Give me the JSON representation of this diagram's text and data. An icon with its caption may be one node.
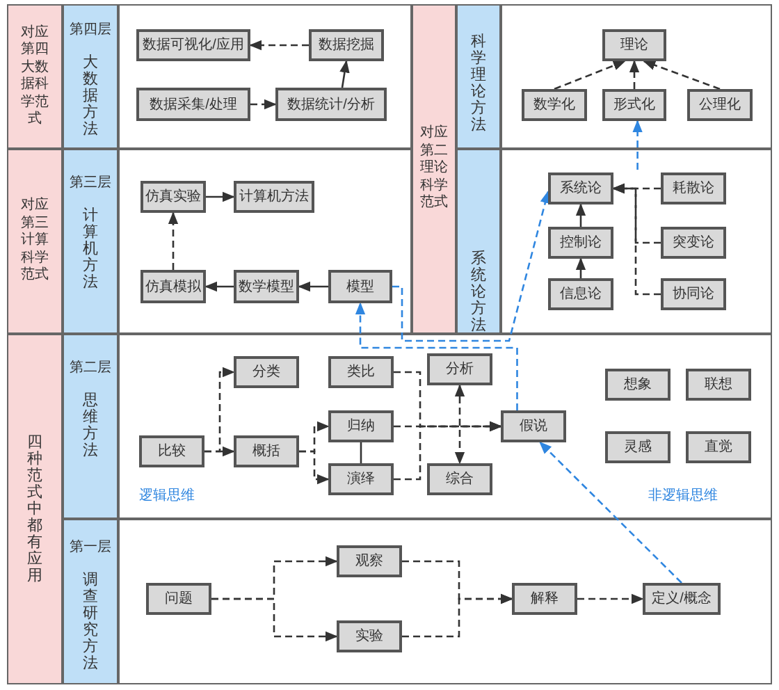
{
  "diagram": {
    "nodes": [
      {
        "text": [
          "对应第四大数据科学范式"
        ]
      },
      {
        "text": [
          "第四层",
          "大数据方法"
        ]
      },
      {
        "text": [
          "对应第三计算科学范式"
        ]
      },
      {
        "text": [
          "第三层",
          "计算机方法"
        ]
      },
      {
        "text": [
          "对应第二理论科学范式"
        ]
      },
      {
        "text": [
          "科学理论方法"
        ]
      },
      {
        "text": [
          "系统论方法"
        ]
      },
      {
        "text": [
          "四种范式中都有应用"
        ]
      },
      {
        "text": [
          "第二层",
          "思维方法"
        ]
      },
      {
        "text": [
          "第一层",
          "调查研究方法"
        ]
      },
      {
        "text": [
          "数据可视化/应用"
        ]
      },
      {
        "text": [
          "数据挖掘"
        ]
      },
      {
        "text": [
          "数据采集/处理"
        ]
      },
      {
        "text": [
          "数据统计/分析"
        ]
      },
      {
        "text": [
          "仿真实验"
        ]
      },
      {
        "text": [
          "计算机方法"
        ]
      },
      {
        "text": [
          "仿真模拟"
        ]
      },
      {
        "text": [
          "数学模型"
        ]
      },
      {
        "text": [
          "模型"
        ]
      },
      {
        "text": [
          "理论"
        ]
      },
      {
        "text": [
          "数学化"
        ]
      },
      {
        "text": [
          "形式化"
        ]
      },
      {
        "text": [
          "公理化"
        ]
      },
      {
        "text": [
          "系统论"
        ]
      },
      {
        "text": [
          "耗散论"
        ]
      },
      {
        "text": [
          "控制论"
        ]
      },
      {
        "text": [
          "突变论"
        ]
      },
      {
        "text": [
          "信息论"
        ]
      },
      {
        "text": [
          "协同论"
        ]
      },
      {
        "text": [
          "分类"
        ]
      },
      {
        "text": [
          "类比"
        ]
      },
      {
        "text": [
          "分析"
        ]
      },
      {
        "text": [
          "比较"
        ]
      },
      {
        "text": [
          "概括"
        ]
      },
      {
        "text": [
          "归纳"
        ]
      },
      {
        "text": [
          "假说"
        ]
      },
      {
        "text": [
          "演绎"
        ]
      },
      {
        "text": [
          "综合"
        ]
      },
      {
        "text": [
          "想象"
        ]
      },
      {
        "text": [
          "联想"
        ]
      },
      {
        "text": [
          "灵感"
        ]
      },
      {
        "text": [
          "直觉"
        ]
      },
      {
        "text": [
          "问题"
        ]
      },
      {
        "text": [
          "观察"
        ]
      },
      {
        "text": [
          "实验"
        ]
      },
      {
        "text": [
          "解释"
        ]
      },
      {
        "text": [
          "定义/概念"
        ]
      }
    ],
    "edges": [
      {
        "from": 11,
        "to": 10,
        "arrow": "to",
        "style": "dashed"
      },
      {
        "from": 12,
        "to": 13,
        "arrow": "to",
        "style": "dashed"
      },
      {
        "from": 13,
        "to": 11,
        "arrow": "to"
      },
      {
        "from": 14,
        "to": 15,
        "arrow": "to"
      },
      {
        "from": 16,
        "to": 14,
        "arrow": "to",
        "style": "dashed"
      },
      {
        "from": 17,
        "to": 16,
        "arrow": "to"
      },
      {
        "from": 18,
        "to": 17,
        "arrow": "to"
      },
      {
        "from": 18,
        "to": 23,
        "arrow": "to",
        "style": "dashed",
        "color": "#2f86e0"
      },
      {
        "from": 35,
        "to": 18,
        "arrow": "to",
        "style": "dashed",
        "color": "#2f86e0"
      },
      {
        "from": 46,
        "to": 35,
        "arrow": "to",
        "style": "dashed",
        "color": "#2f86e0"
      },
      {
        "from": null,
        "to": 21,
        "arrow": "to",
        "style": "dashed",
        "color": "#2f86e0"
      },
      {
        "from": 20,
        "to": 19,
        "arrow": "to",
        "style": "dashed"
      },
      {
        "from": 21,
        "to": 19,
        "arrow": "to",
        "style": "dashed"
      },
      {
        "from": 22,
        "to": 19,
        "arrow": "to",
        "style": "dashed"
      },
      {
        "from": 24,
        "to": 23,
        "arrow": "to",
        "style": "dashed"
      },
      {
        "from": 26,
        "to": 23,
        "arrow": "to",
        "style": "dashed"
      },
      {
        "from": 28,
        "to": 23,
        "arrow": "to",
        "style": "dashed"
      },
      {
        "from": 25,
        "to": 23,
        "arrow": "to"
      },
      {
        "from": 27,
        "to": 25,
        "arrow": "to"
      },
      {
        "from": 32,
        "to": 29,
        "arrow": "to",
        "style": "dashed"
      },
      {
        "from": 32,
        "to": 33,
        "arrow": "to",
        "style": "dashed"
      },
      {
        "from": 33,
        "to": 34,
        "arrow": "to",
        "style": "dashed"
      },
      {
        "from": 33,
        "to": 36,
        "arrow": "to",
        "style": "dashed"
      },
      {
        "from": 34,
        "to": 36,
        "arrow": "none"
      },
      {
        "from": 30,
        "to": 35,
        "arrow": "to",
        "style": "dashed"
      },
      {
        "from": 34,
        "to": 35,
        "arrow": "to",
        "style": "dashed"
      },
      {
        "from": 36,
        "to": 35,
        "arrow": "to",
        "style": "dashed"
      },
      {
        "from": 31,
        "to": 37,
        "arrow": "both",
        "style": "dashed"
      },
      {
        "from": 42,
        "to": 43,
        "arrow": "to",
        "style": "dashed"
      },
      {
        "from": 42,
        "to": 44,
        "arrow": "to",
        "style": "dashed"
      },
      {
        "from": 43,
        "to": 45,
        "arrow": "to",
        "style": "dashed"
      },
      {
        "from": 44,
        "to": 45,
        "arrow": "to",
        "style": "dashed"
      },
      {
        "from": 45,
        "to": 46,
        "arrow": "to",
        "style": "dashed"
      }
    ],
    "labels": [
      "逻辑思维",
      "非逻辑思维"
    ]
  }
}
